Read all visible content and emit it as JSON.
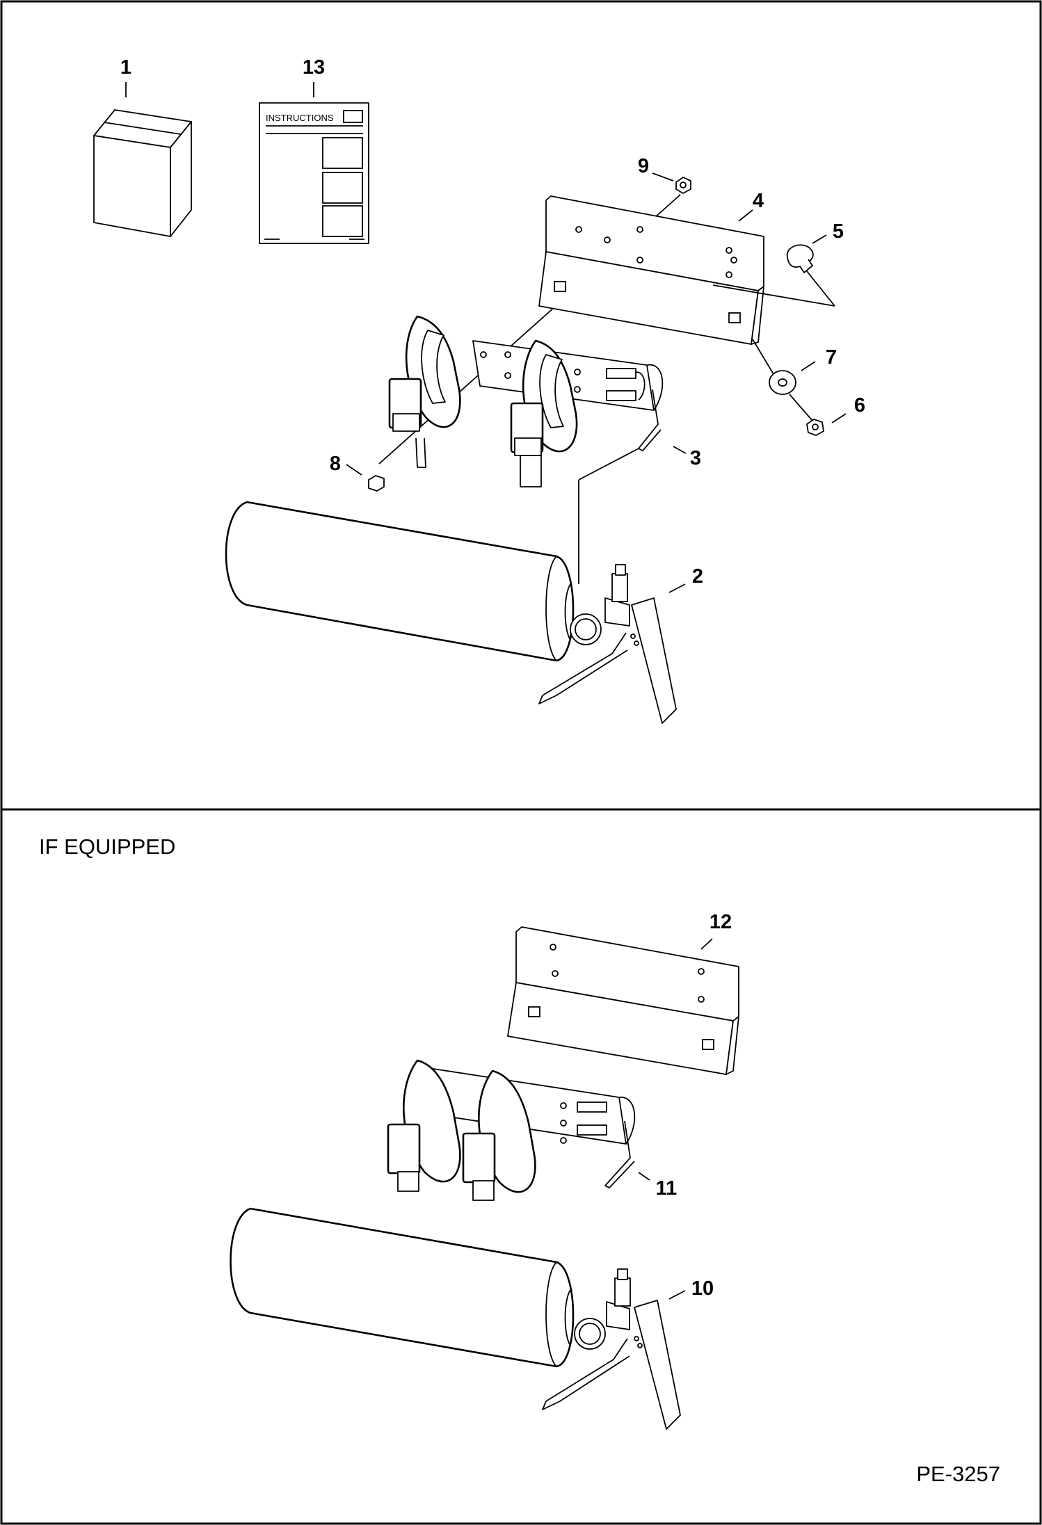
{
  "panels": {
    "top": {
      "callouts": [
        "1",
        "13",
        "9",
        "4",
        "5",
        "7",
        "6",
        "3",
        "8",
        "2"
      ]
    },
    "bottom": {
      "heading": "IF EQUIPPED",
      "callouts": [
        "12",
        "11",
        "10"
      ]
    }
  },
  "manual": {
    "label": "INSTRUCTIONS"
  },
  "figure_code": "PE-3257"
}
